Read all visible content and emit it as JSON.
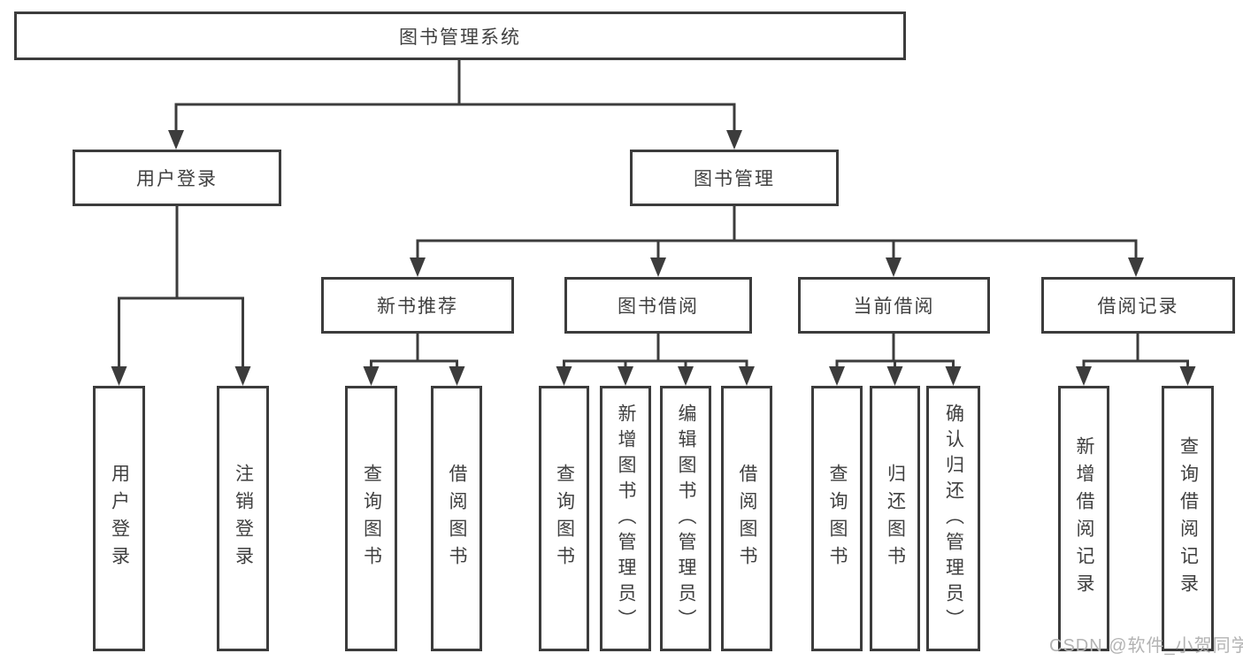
{
  "diagram": {
    "root": {
      "label": "图书管理系统"
    },
    "level2": [
      {
        "label": "用户登录"
      },
      {
        "label": "图书管理"
      }
    ],
    "level3": [
      {
        "label": "新书推荐"
      },
      {
        "label": "图书借阅"
      },
      {
        "label": "当前借阅"
      },
      {
        "label": "借阅记录"
      }
    ],
    "leaves": [
      {
        "label": "用户登录"
      },
      {
        "label": "注销登录"
      },
      {
        "label": "查询图书"
      },
      {
        "label": "借阅图书"
      },
      {
        "label": "查询图书"
      },
      {
        "label": "新增图书（管理员）"
      },
      {
        "label": "编辑图书（管理员）"
      },
      {
        "label": "借阅图书"
      },
      {
        "label": "查询图书"
      },
      {
        "label": "归还图书"
      },
      {
        "label": "确认归还（管理员）"
      },
      {
        "label": "新增借阅记录"
      },
      {
        "label": "查询借阅记录"
      }
    ]
  },
  "watermark": {
    "text": "CSDN @软件_小贺同学"
  },
  "colors": {
    "line": "#3c3c3c",
    "text": "#404040",
    "watermark": "#b3b3b3",
    "background": "#ffffff"
  }
}
